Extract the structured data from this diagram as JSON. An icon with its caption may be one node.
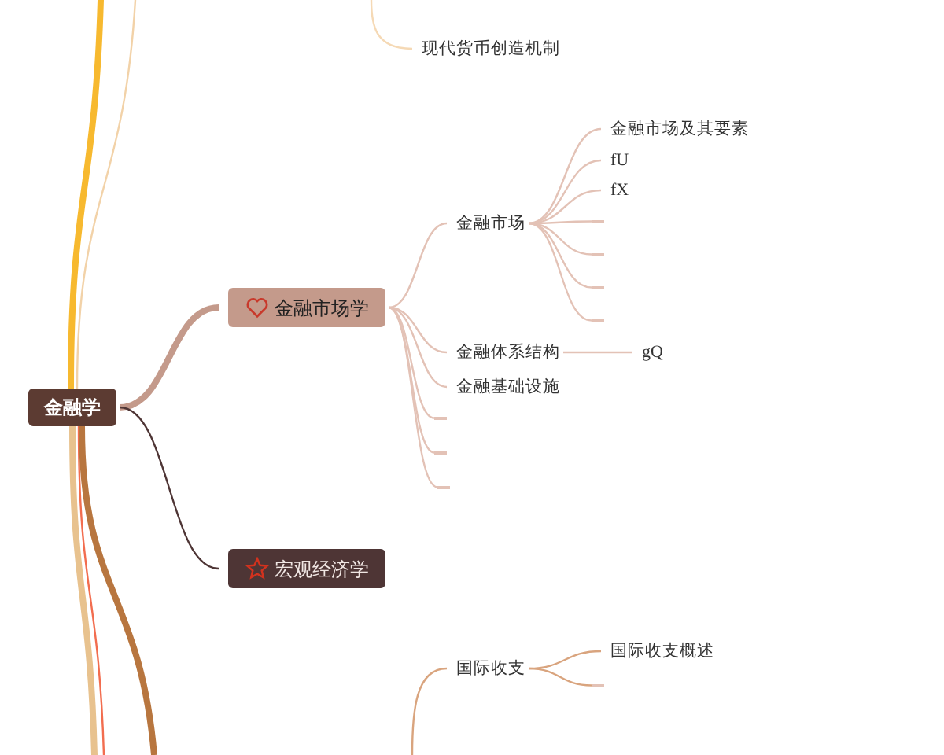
{
  "diagram": {
    "nodes": [
      {
        "text": [
          "金融学"
        ]
      },
      {
        "text": [
          "金融市场学"
        ]
      },
      {
        "text": [
          "宏观经济学"
        ]
      },
      {
        "text": [
          "金融市场"
        ]
      },
      {
        "text": [
          "金融体系结构"
        ]
      },
      {
        "text": [
          "金融基础设施"
        ]
      },
      {
        "text": [
          "金融市场及其要素"
        ]
      },
      {
        "text": [
          "fU"
        ]
      },
      {
        "text": [
          "fX"
        ]
      },
      {
        "text": [
          "gQ"
        ]
      },
      {
        "text": [
          "现代货币创造机制"
        ]
      },
      {
        "text": [
          "国际收支"
        ]
      },
      {
        "text": [
          "国际收支概述"
        ]
      },
      {
        "text": [],
        "shape": "bar"
      },
      {
        "text": [],
        "shape": "bar"
      },
      {
        "text": [],
        "shape": "bar"
      },
      {
        "text": [],
        "shape": "bar"
      },
      {
        "text": [],
        "shape": "bar"
      },
      {
        "text": [],
        "shape": "bar"
      },
      {
        "text": [],
        "shape": "bar"
      },
      {
        "text": [],
        "shape": "bar"
      }
    ],
    "edges": [
      {
        "from": 0,
        "to": 1,
        "arrow": "none",
        "style": "thick",
        "color": "#c49a8b"
      },
      {
        "from": 0,
        "to": 2,
        "arrow": "none",
        "color": "#4e3535"
      },
      {
        "from": 1,
        "to": 3,
        "arrow": "none"
      },
      {
        "from": 1,
        "to": 4,
        "arrow": "none"
      },
      {
        "from": 1,
        "to": 5,
        "arrow": "none"
      },
      {
        "from": 1,
        "to": 17,
        "arrow": "none"
      },
      {
        "from": 1,
        "to": 18,
        "arrow": "none"
      },
      {
        "from": 1,
        "to": 19,
        "arrow": "none"
      },
      {
        "from": 3,
        "to": 6,
        "arrow": "none"
      },
      {
        "from": 3,
        "to": 7,
        "arrow": "none"
      },
      {
        "from": 3,
        "to": 8,
        "arrow": "none"
      },
      {
        "from": 3,
        "to": 13,
        "arrow": "none"
      },
      {
        "from": 3,
        "to": 14,
        "arrow": "none"
      },
      {
        "from": 3,
        "to": 15,
        "arrow": "none"
      },
      {
        "from": 3,
        "to": 16,
        "arrow": "none"
      },
      {
        "from": 4,
        "to": 9,
        "arrow": "none"
      },
      {
        "from": 11,
        "to": 12,
        "arrow": "none",
        "color": "#d9a47e"
      },
      {
        "from": 11,
        "to": 20,
        "arrow": "none",
        "color": "#d9a47e"
      },
      {
        "from": null,
        "to": 10,
        "arrow": "none",
        "color": "#f5d9b5"
      },
      {
        "from": null,
        "to": 11,
        "arrow": "none",
        "color": "#d9a47e"
      },
      {
        "from": 0,
        "to": null,
        "arrow": "none",
        "style": "thick",
        "color": "#f7b92f"
      },
      {
        "from": 0,
        "to": null,
        "arrow": "none",
        "color": "#f2d2a8"
      },
      {
        "from": 0,
        "to": null,
        "arrow": "none",
        "style": "thick",
        "color": "#e8c28e"
      },
      {
        "from": 0,
        "to": null,
        "arrow": "none",
        "color": "#f26d4f"
      },
      {
        "from": 0,
        "to": null,
        "arrow": "none",
        "style": "thick",
        "color": "#b8763f"
      }
    ]
  }
}
